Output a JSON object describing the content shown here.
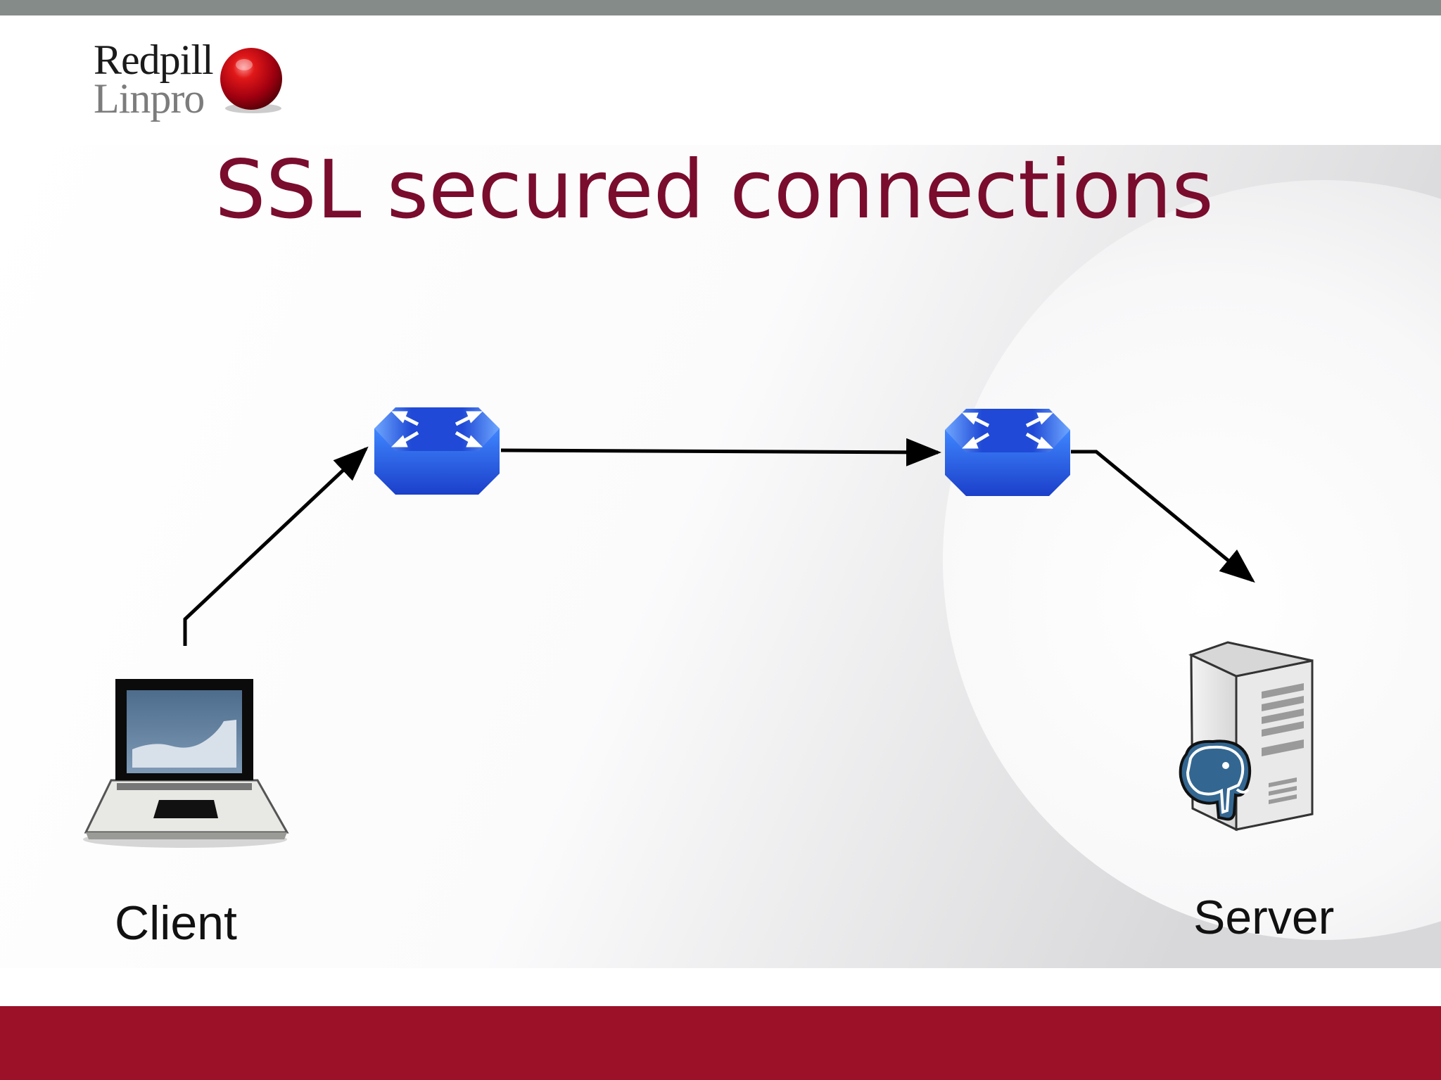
{
  "logo": {
    "line1": "Redpill",
    "line2": "Linpro"
  },
  "slide": {
    "title": "SSL secured connections"
  },
  "diagram": {
    "nodes": [
      {
        "id": "client",
        "icon": "laptop-icon",
        "label": "Client"
      },
      {
        "id": "router-1",
        "icon": "router-icon",
        "label": ""
      },
      {
        "id": "router-2",
        "icon": "router-icon",
        "label": ""
      },
      {
        "id": "server",
        "icon": "server-icon",
        "label": "Server",
        "badge_icon": "postgresql-elephant-icon"
      }
    ],
    "edges": [
      {
        "from": "client",
        "to": "router-1",
        "directed": true
      },
      {
        "from": "router-1",
        "to": "router-2",
        "directed": true
      },
      {
        "from": "router-2",
        "to": "server",
        "directed": true
      }
    ]
  },
  "colors": {
    "title": "#7a0c2e",
    "top_bar": "#858b89",
    "bottom_bar": "#9c1128",
    "router_blue": "#2f6cf0"
  }
}
